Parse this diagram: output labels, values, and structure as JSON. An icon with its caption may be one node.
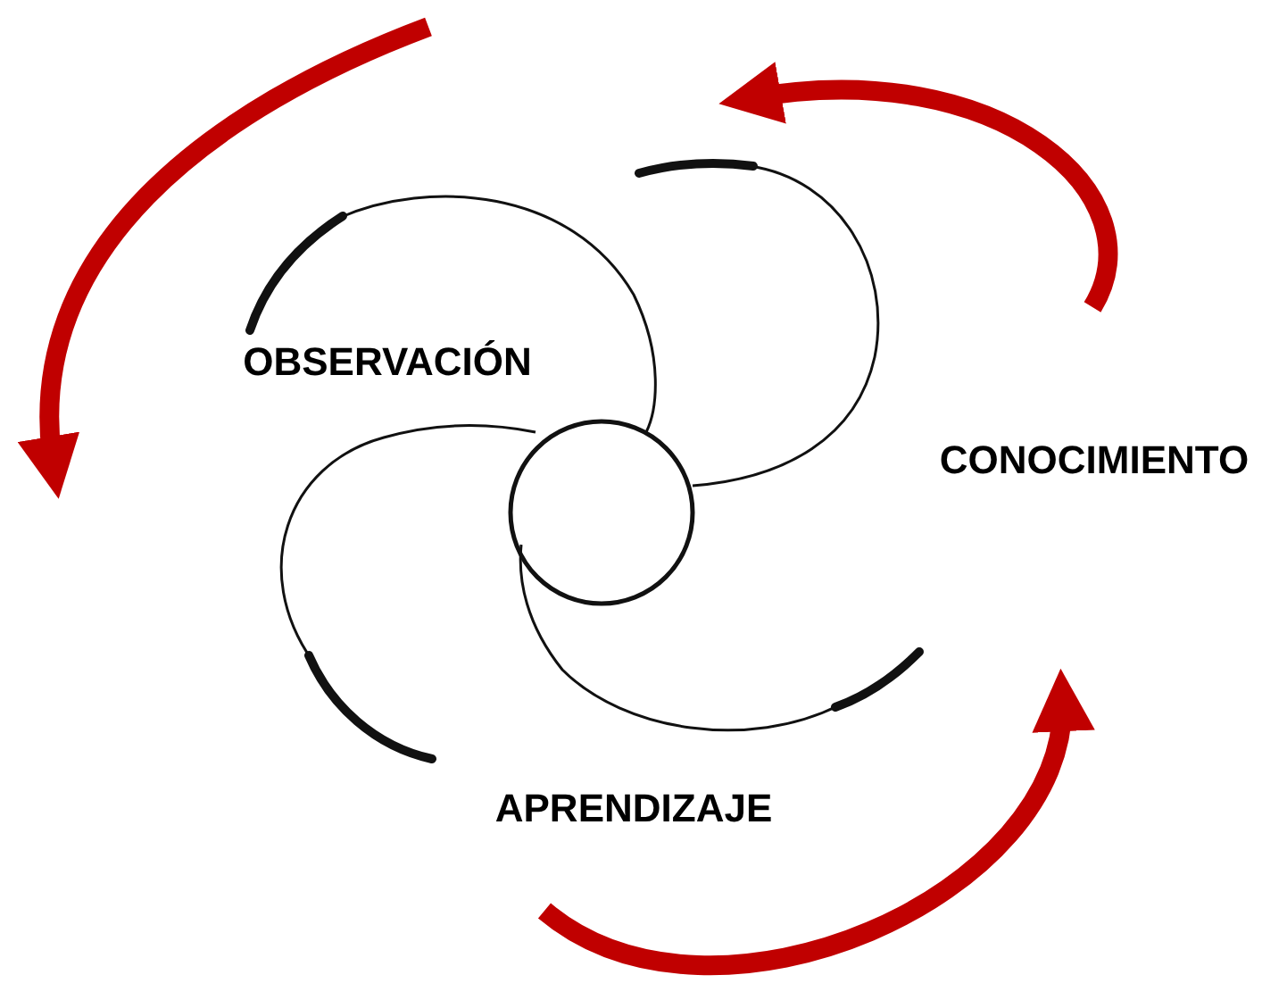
{
  "diagram": {
    "labels": [
      "OBSERVACIÓN",
      "CONOCIMIENTO",
      "APRENDIZAJE"
    ]
  }
}
